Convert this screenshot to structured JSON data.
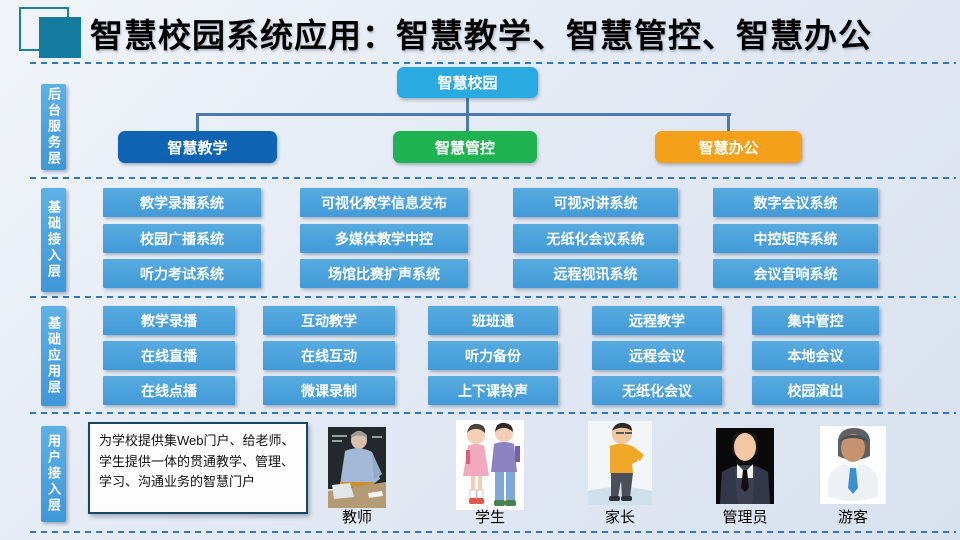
{
  "title": {
    "text": "智慧校园系统应用：智慧教学、智慧管控、智慧办公"
  },
  "layers": [
    {
      "label": "后台服务层"
    },
    {
      "label": "基础接入层"
    },
    {
      "label": "基础应用层"
    },
    {
      "label": "用户接入层"
    }
  ],
  "org": {
    "root": {
      "label": "智慧校园"
    },
    "children": [
      {
        "label": "智慧教学"
      },
      {
        "label": "智慧管控"
      },
      {
        "label": "智慧办公"
      }
    ]
  },
  "access": {
    "columns": [
      [
        "教学录播系统",
        "校园广播系统",
        "听力考试系统"
      ],
      [
        "可视化教学信息发布",
        "多媒体教学中控",
        "场馆比赛扩声系统"
      ],
      [
        "可视对讲系统",
        "无纸化会议系统",
        "远程视讯系统"
      ],
      [
        "数字会议系统",
        "中控矩阵系统",
        "会议音响系统"
      ]
    ]
  },
  "application": {
    "columns": [
      [
        "教学录播",
        "在线直播",
        "在线点播"
      ],
      [
        "互动教学",
        "在线互动",
        "微课录制"
      ],
      [
        "班班通",
        "听力备份",
        "上下课铃声"
      ],
      [
        "远程教学",
        "远程会议",
        "无纸化会议"
      ],
      [
        "集中管控",
        "本地会议",
        "校园演出"
      ]
    ]
  },
  "user": {
    "description": "为学校提供集Web门户、给老师、学生提供一体的贯通教学、管理、学习、沟通业务的智慧门户",
    "roles": [
      {
        "label": "教师",
        "icon": "teacher-figure"
      },
      {
        "label": "学生",
        "icon": "students-figure"
      },
      {
        "label": "家长",
        "icon": "parent-figure"
      },
      {
        "label": "管理员",
        "icon": "admin-figure"
      },
      {
        "label": "游客",
        "icon": "visitor-figure"
      }
    ]
  },
  "colors": {
    "accent_teal": "#147c9e",
    "node_root": "#29abe2",
    "node_teaching": "#0e64b2",
    "node_control": "#1eb350",
    "node_office": "#f5a019",
    "item_box": "#4aa2dc",
    "divider": "#2e78be",
    "connector": "#4c79ae"
  }
}
